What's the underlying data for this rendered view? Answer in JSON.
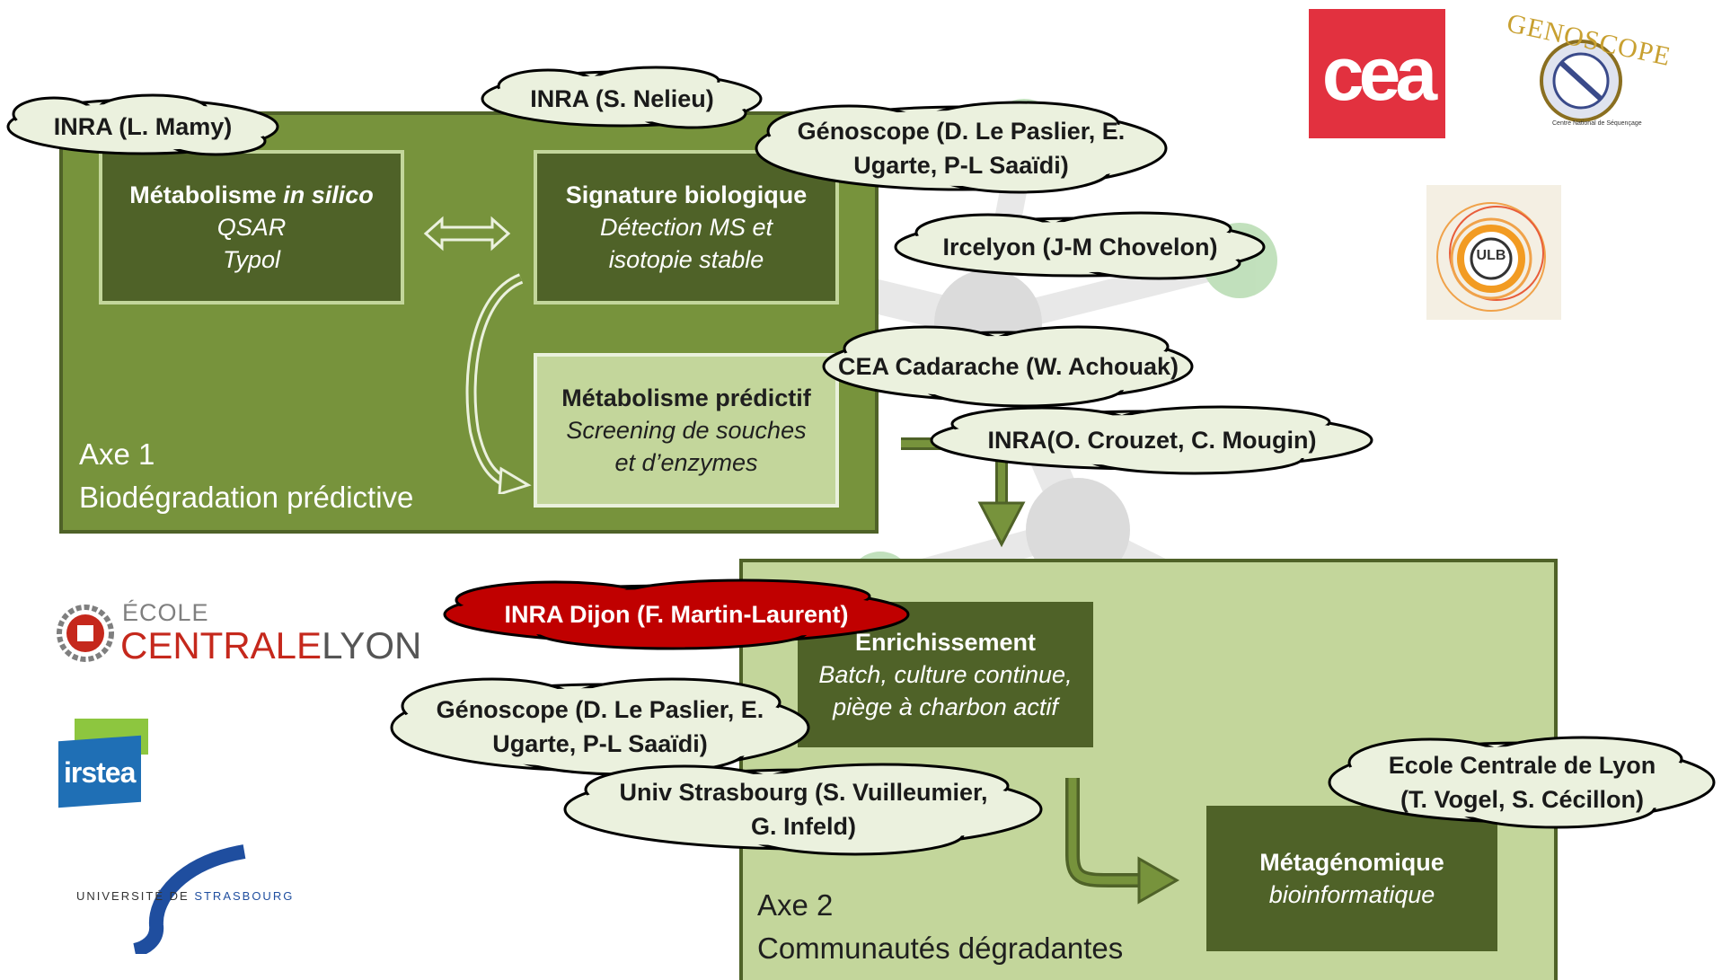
{
  "colors": {
    "axis1_bg": "#77933c",
    "axis2_bg": "#c3d69b",
    "dark_box": "#4f6228",
    "light_box": "#c3d69b",
    "cloud_fill": "#ebf1de",
    "cloud_red": "#c00000",
    "cea_red": "#e2313f",
    "centrale_red": "#c5281c",
    "strasbourg_blue": "#1f4e9f"
  },
  "axis1": {
    "title": "Axe 1",
    "subtitle": "Biodégradation prédictive",
    "boxes": {
      "metabolisme_silico": {
        "title_plain": "Métabolisme ",
        "title_italic": "in silico",
        "lines": [
          "QSAR",
          "Typol"
        ]
      },
      "signature": {
        "title": "Signature biologique",
        "lines": [
          "Détection MS et",
          "isotopie stable"
        ]
      },
      "predictif": {
        "title": "Métabolisme prédictif",
        "lines": [
          "Screening de souches",
          "et d’enzymes"
        ]
      }
    }
  },
  "axis2": {
    "title": "Axe 2",
    "subtitle": "Communautés dégradantes",
    "boxes": {
      "enrichissement": {
        "title": "Enrichissement",
        "lines": [
          "Batch, culture continue,",
          "piège à charbon actif"
        ]
      },
      "metagenomique": {
        "title": "Métagénomique",
        "lines": [
          "bioinformatique"
        ]
      }
    }
  },
  "partners": [
    {
      "lines": [
        "INRA (L. Mamy)"
      ]
    },
    {
      "lines": [
        "INRA (S. Nelieu)"
      ]
    },
    {
      "lines": [
        "Génoscope (D. Le Paslier, E.",
        "Ugarte, P-L Saaïdi)"
      ]
    },
    {
      "lines": [
        "Ircelyon (J-M Chovelon)"
      ]
    },
    {
      "lines": [
        "CEA Cadarache (W. Achouak)"
      ]
    },
    {
      "lines": [
        "INRA(O. Crouzet, C. Mougin)"
      ]
    },
    {
      "lines": [
        "INRA Dijon (F. Martin-Laurent)"
      ]
    },
    {
      "lines": [
        "Génoscope (D. Le Paslier, E.",
        "Ugarte, P-L Saaïdi)"
      ]
    },
    {
      "lines": [
        "Univ Strasbourg (S. Vuilleumier,",
        "G. Infeld)"
      ]
    },
    {
      "lines": [
        "Ecole Centrale de Lyon",
        "(T. Vogel, S. Cécillon)"
      ]
    }
  ],
  "logos": {
    "cea": "cea",
    "genoscope": "GENOSCOPE",
    "genoscope_sub": "Centre National de Séquençage",
    "ulb": "ULB",
    "centrale_top": "ÉCOLE",
    "centrale_main": "CENTRALE",
    "centrale_city": "LYON",
    "irstea": "irstea",
    "strasbourg_a": "UNIVERSITÉ DE",
    "strasbourg_b": "STRASBOURG"
  }
}
